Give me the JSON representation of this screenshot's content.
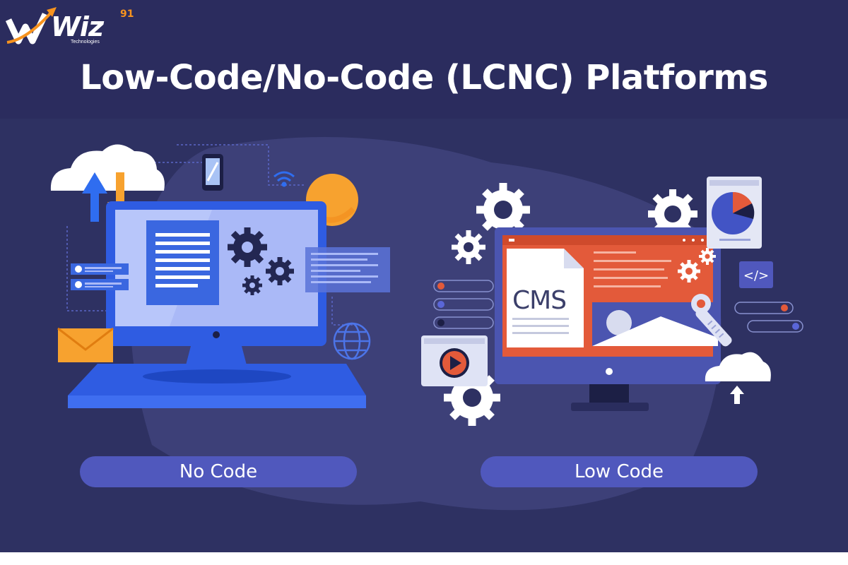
{
  "brand": {
    "name": "Wiz",
    "superscript": "91",
    "tagline": "Technologies",
    "accent_color": "#f7931e"
  },
  "title": "Low-Code/No-Code (LCNC) Platforms",
  "colors": {
    "background": "#2e3162",
    "header": "#2b2c5e",
    "pill": "#5058bd",
    "screen_left": "#aab9f7",
    "screen_right": "#e35a3a",
    "monitor_blue": "#2f5ce2",
    "orange": "#f7a22f"
  },
  "panels": [
    {
      "label": "No Code",
      "icons": [
        "cloud-icon",
        "upload-arrow-icon",
        "download-arrow-icon",
        "smartphone-icon",
        "wifi-icon",
        "document-icon",
        "gear-icon",
        "user-card-icon",
        "envelope-icon",
        "globe-icon",
        "monitor-icon",
        "keyboard-icon"
      ]
    },
    {
      "label": "Low Code",
      "screen_text": "CMS",
      "code_tag": "</>",
      "icons": [
        "gear-icon",
        "pie-chart-icon",
        "cms-file-icon",
        "image-icon",
        "wrench-icon",
        "code-icon",
        "play-button-icon",
        "toggle-icon",
        "cloud-upload-icon",
        "monitor-icon"
      ]
    }
  ]
}
